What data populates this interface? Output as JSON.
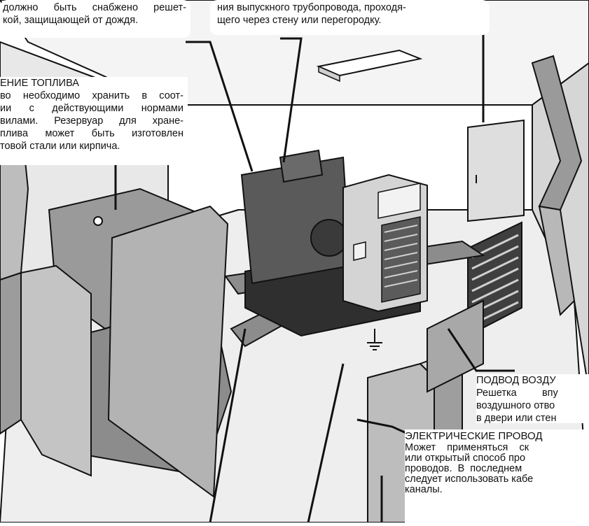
{
  "callouts": {
    "top_left": {
      "lines": [
        "должно быть снабжено решет-",
        "кой, защищающей от дождя."
      ]
    },
    "top_center": {
      "lines": [
        "ния выпускного трубопровода, проходя-",
        "щего через стену или перегородку."
      ]
    },
    "fuel": {
      "title": "ЕНИЕ ТОПЛИВА",
      "lines": [
        "во необходимо хранить в соот-",
        "ии с действующими нормами",
        "вилами. Резервуар для хране-",
        "плива может быть изготовлен",
        "товой стали или кирпича."
      ]
    },
    "air": {
      "title": "ПОДВОД ВОЗДУ",
      "lines": [
        "Решетка         впу",
        "воздушного отво",
        "в двери или стен"
      ]
    },
    "electric": {
      "title": "ЭЛЕКТРИЧЕСКИЕ ПРОВОД",
      "lines": [
        "Может    применяться    ск",
        "или открытый способ про",
        "проводов.  В  последнем",
        "следует использовать кабе",
        "каналы."
      ]
    }
  },
  "colors": {
    "line": "#111111",
    "room_floor": "#ededed",
    "wall": "#cfcfcf",
    "wall_light": "#e6e6e6",
    "dark_fill": "#4a4a4a",
    "tank": "#8a8a8a",
    "generator_base": "#3a3a3a"
  }
}
